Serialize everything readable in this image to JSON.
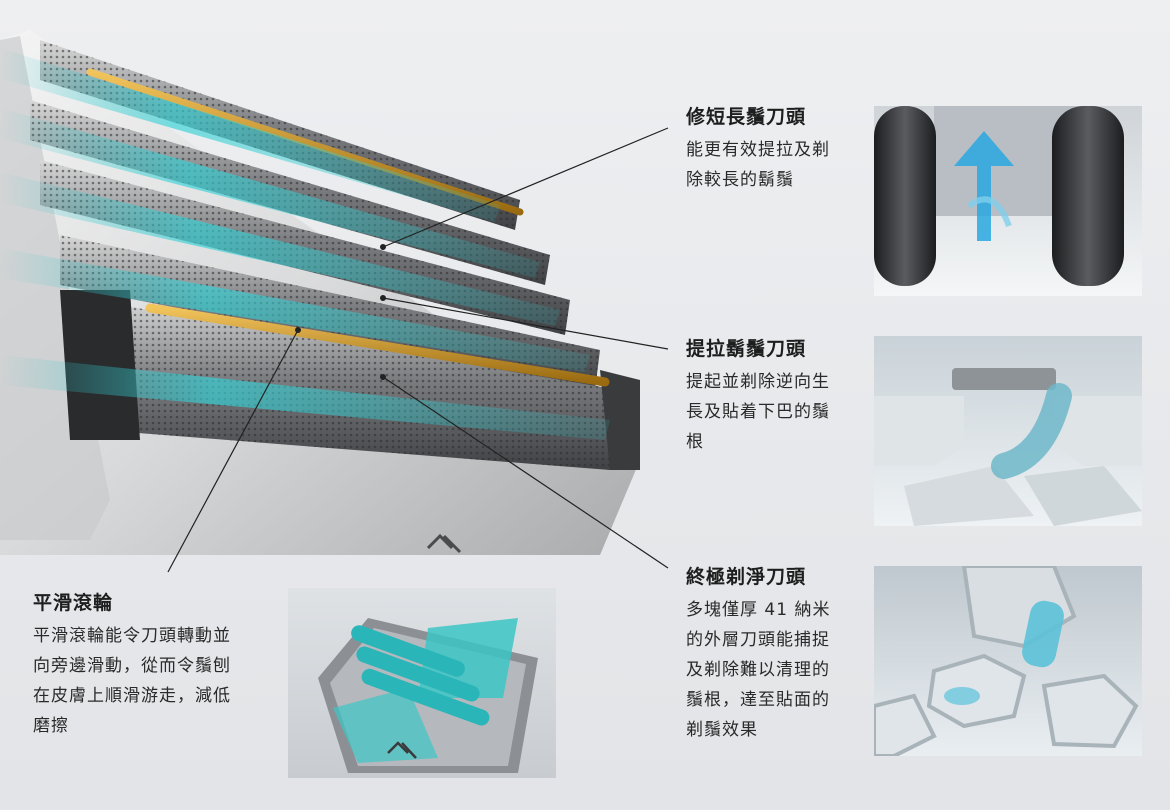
{
  "features": [
    {
      "heading": "修短長鬚刀頭",
      "lines": [
        "能更有效提拉及剃",
        "除較長的鬍鬚"
      ]
    },
    {
      "heading": "提拉鬍鬚刀頭",
      "lines": [
        "提起並剃除逆向生",
        "長及貼着下巴的鬚",
        "根"
      ]
    },
    {
      "heading": "終極剃淨刀頭",
      "lines": [
        "多塊僅厚 41 納米",
        "的外層刀頭能捕捉",
        "及剃除難以清理的",
        "鬚根，達至貼面的",
        "剃鬚效果"
      ]
    },
    {
      "heading": "平滑滾輪",
      "lines": [
        "平滑滾輪能令刀頭轉動並",
        "向旁邊滑動，從而令鬚刨",
        "在皮膚上順滑游走，減低",
        "磨擦"
      ]
    }
  ],
  "colors": {
    "accent": "#2fc4c8",
    "gold": "#c8901e",
    "line": "#222222"
  },
  "images": [
    "shaver-head-hero",
    "long-hair-trimmer-closeup",
    "lift-blade-closeup",
    "finishing-foil-closeup",
    "roller-head-photo"
  ]
}
